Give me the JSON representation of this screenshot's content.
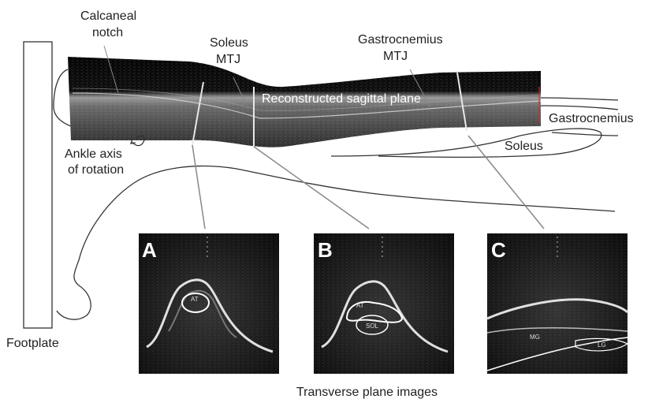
{
  "labels": {
    "calcaneal_notch": [
      "Calcaneal",
      "notch"
    ],
    "soleus_mtj": [
      "Soleus",
      "MTJ"
    ],
    "gastrocnemius_mtj": [
      "Gastrocnemius",
      "MTJ"
    ],
    "reconstructed_plane": "Reconstructed sagittal plane",
    "gastrocnemius": "Gastrocnemius",
    "soleus": "Soleus",
    "ankle_axis": [
      "Ankle axis",
      "of rotation"
    ],
    "footplate": "Footplate",
    "caption": "Transverse plane images"
  },
  "panels": [
    {
      "letter": "A",
      "rois": [
        "AT"
      ]
    },
    {
      "letter": "B",
      "rois": [
        "AT",
        "SOL"
      ]
    },
    {
      "letter": "C",
      "rois": [
        "MG",
        "LG"
      ]
    }
  ],
  "colors": {
    "ultrasound_bg": "#000000",
    "outline": "#333333",
    "marker": "#e8e8e8",
    "red_edge": "#cc3333"
  }
}
